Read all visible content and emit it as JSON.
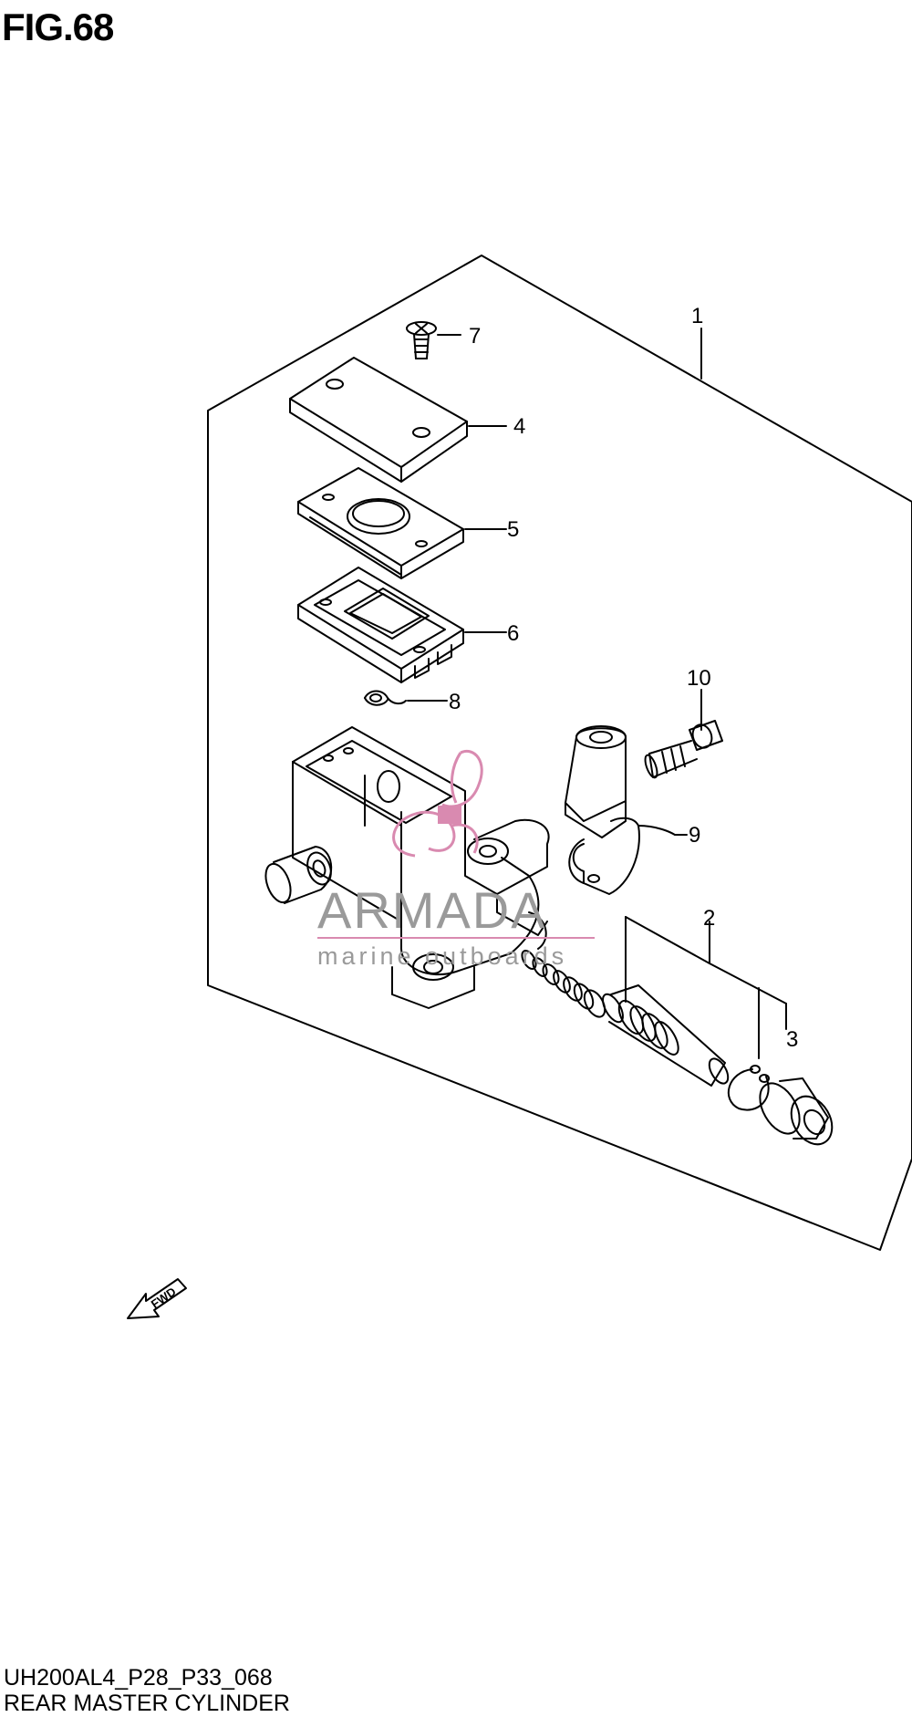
{
  "figure": {
    "title": "FIG.68",
    "code": "UH200AL4_P28_P33_068",
    "name": "REAR MASTER CYLINDER"
  },
  "callouts": [
    {
      "id": "1",
      "label": "1"
    },
    {
      "id": "2",
      "label": "2"
    },
    {
      "id": "3",
      "label": "3"
    },
    {
      "id": "4",
      "label": "4"
    },
    {
      "id": "5",
      "label": "5"
    },
    {
      "id": "6",
      "label": "6"
    },
    {
      "id": "7",
      "label": "7"
    },
    {
      "id": "8",
      "label": "8"
    },
    {
      "id": "9",
      "label": "9"
    },
    {
      "id": "10",
      "label": "10"
    }
  ],
  "fwd_arrow": {
    "label": "FWD"
  },
  "watermark": {
    "brand": "ARMADA",
    "subtitle": "marine outboards",
    "logo_color": "#d98ab0",
    "text_color": "#9a9a9a"
  }
}
